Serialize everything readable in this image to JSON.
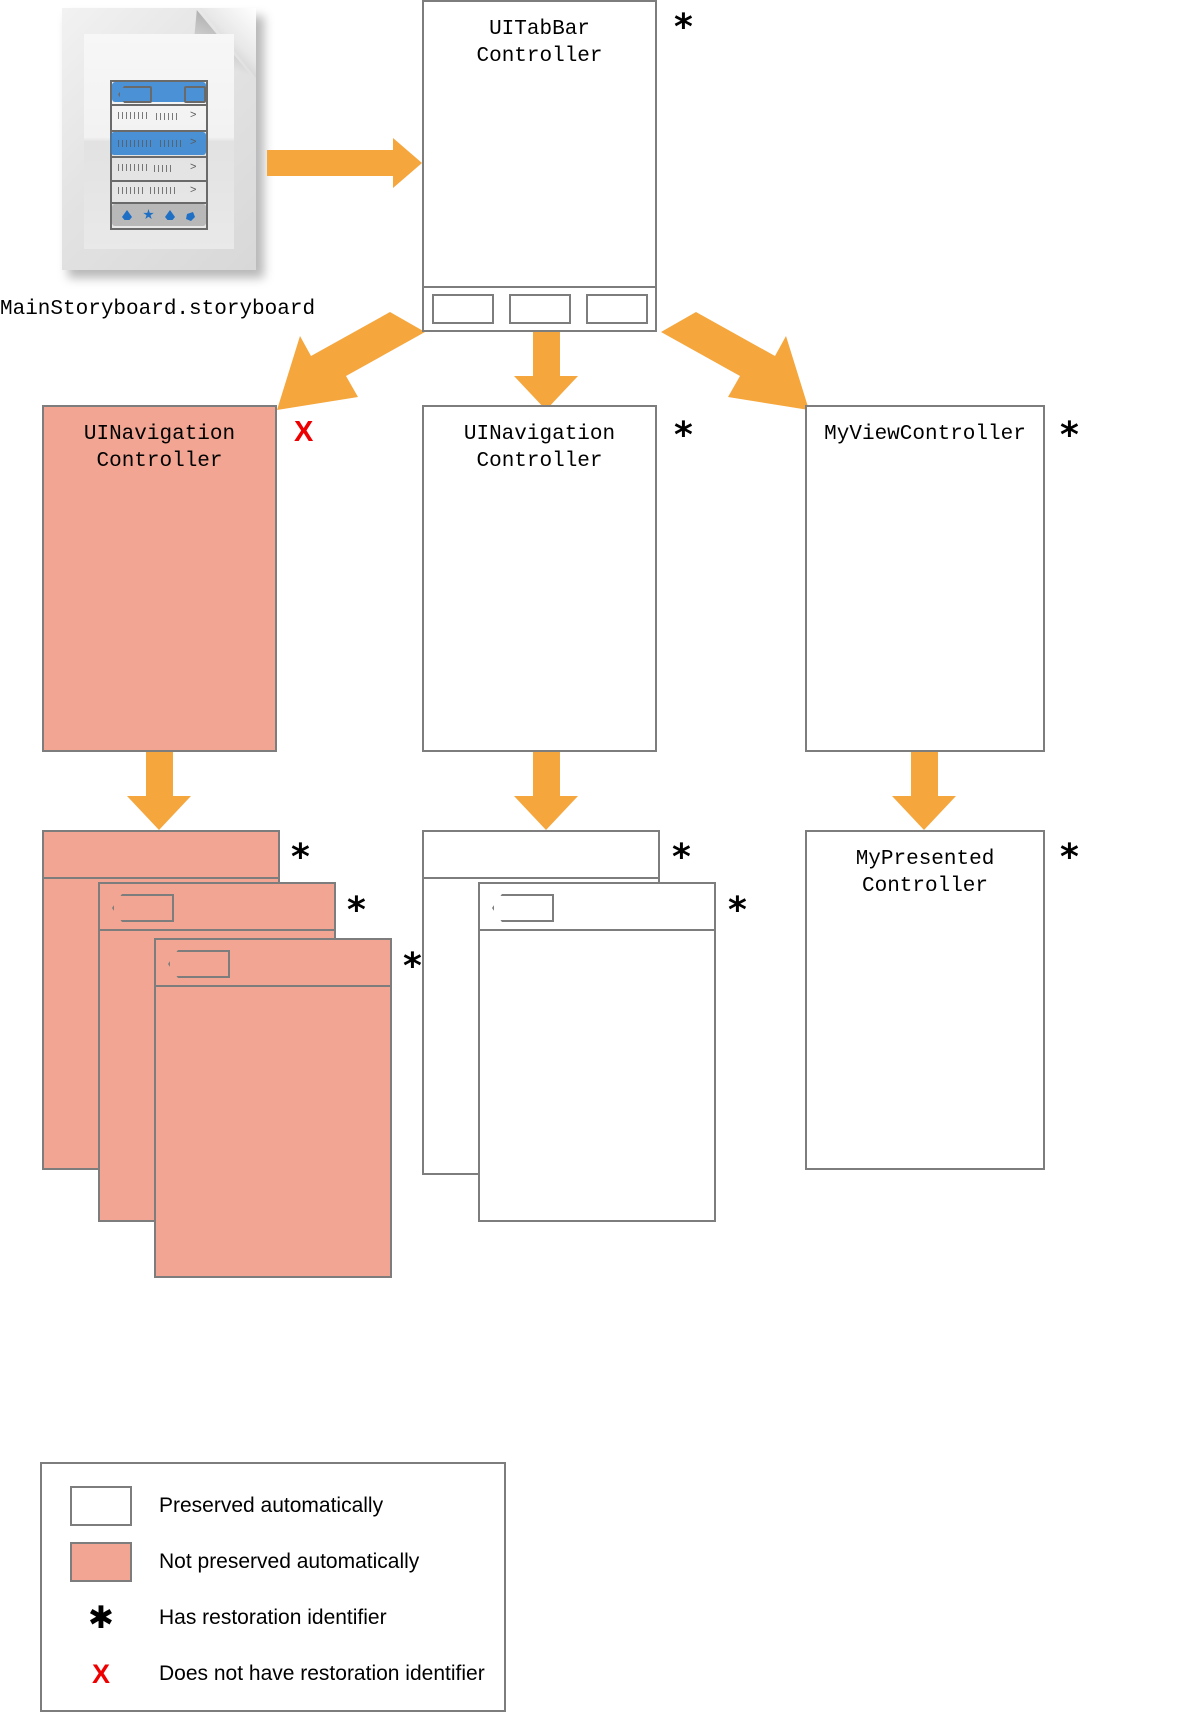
{
  "storyboard": {
    "label": "MainStoryboard.storyboard",
    "icon": "storyboard-document-icon"
  },
  "nodes": {
    "tabbar": {
      "title": "UITabBar\nController",
      "marker": "*",
      "preserved": true
    },
    "nav_left": {
      "title": "UINavigation\nController",
      "marker": "X",
      "preserved": false
    },
    "nav_middle": {
      "title": "UINavigation\nController",
      "marker": "*",
      "preserved": true
    },
    "myviewcontroller": {
      "title": "MyViewController",
      "marker": "*",
      "preserved": true
    },
    "mypresented": {
      "title": "MyPresented\nController",
      "marker": "*",
      "preserved": true
    }
  },
  "stacks": {
    "left": [
      {
        "marker": "*",
        "preserved": false,
        "has_back": false
      },
      {
        "marker": "*",
        "preserved": false,
        "has_back": true
      },
      {
        "marker": "*",
        "preserved": false,
        "has_back": true
      }
    ],
    "middle": [
      {
        "marker": "*",
        "preserved": true,
        "has_back": false
      },
      {
        "marker": "*",
        "preserved": true,
        "has_back": true
      }
    ]
  },
  "legend": {
    "rows": [
      {
        "kind": "swatch-white",
        "glyph": "",
        "text": "Preserved automatically"
      },
      {
        "kind": "swatch-pink",
        "glyph": "",
        "text": "Not preserved automatically"
      },
      {
        "kind": "glyph-black",
        "glyph": "✱",
        "text": "Has restoration identifier"
      },
      {
        "kind": "glyph-red",
        "glyph": "X",
        "text": "Does not have restoration identifier"
      }
    ]
  },
  "colors": {
    "arrow_orange": "#f5a63d",
    "not_preserved_pink": "#f2a592",
    "border_gray": "#7d7d7d",
    "x_red": "#ee0000"
  }
}
